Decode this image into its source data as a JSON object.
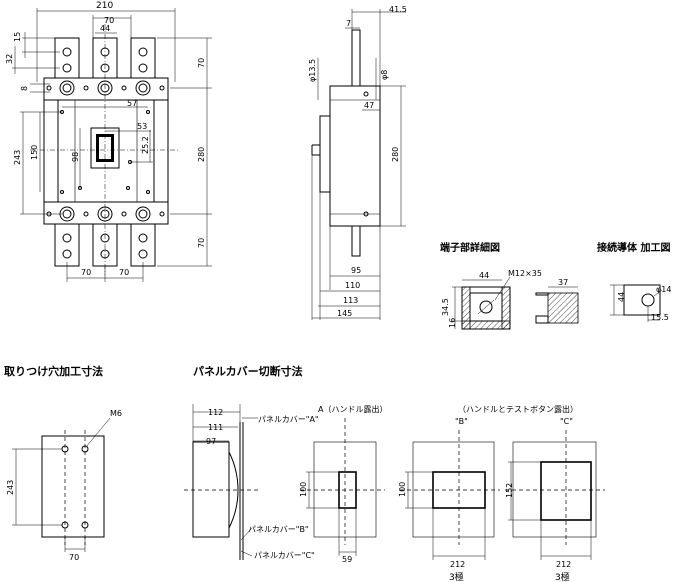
{
  "front_view": {
    "dims": {
      "w210": "210",
      "w70": "70",
      "w44": "44",
      "h15": "15",
      "h32": "32",
      "h8": "8",
      "w57": "57",
      "w53": "53",
      "h25_2": "25.2",
      "h243": "243",
      "h150": "150",
      "h98": "98",
      "h70_top": "70",
      "h280": "280",
      "h70_bot": "70",
      "w70_l": "70",
      "w70_r": "70"
    }
  },
  "side_view": {
    "dims": {
      "d41_5": "41.5",
      "d7": "7",
      "d13_5": "φ13.5",
      "d8": "φ8",
      "d47": "47",
      "d280": "280",
      "d95": "95",
      "d110": "110",
      "d113": "113",
      "d145": "145"
    }
  },
  "terminal_detail": {
    "title": "端子部詳細図",
    "dims": {
      "d44": "44",
      "d_m12": "M12×35",
      "d37": "37",
      "d34_5": "34.5",
      "d16": "16"
    }
  },
  "conductor_detail": {
    "title": "接続導体 加工図",
    "dims": {
      "d14": "φ14",
      "d44": "44",
      "d15_5": "15.5"
    }
  },
  "mounting": {
    "title": "取りつけ穴加工寸法",
    "dims": {
      "m6": "M6",
      "d243": "243",
      "d70": "70"
    }
  },
  "panel_cut": {
    "title": "パネルカバー切断寸法",
    "labels": {
      "d112": "112",
      "d111": "111",
      "d97": "97",
      "cover_a": "パネルカバー\"A\"",
      "cover_b": "パネルカバー\"B\"",
      "cover_c": "パネルカバー\"C\"",
      "a_title": "A（ハンドル露出）",
      "bc_title": "（ハンドルとテストボタン露出）",
      "b_label": "\"B\"",
      "c_label": "\"C\"",
      "a_h100": "100",
      "a_w59": "59",
      "b_h100": "100",
      "b_w212": "212",
      "b_pole": "3極",
      "c_h152": "152",
      "c_w212": "212",
      "c_pole": "3極"
    }
  }
}
